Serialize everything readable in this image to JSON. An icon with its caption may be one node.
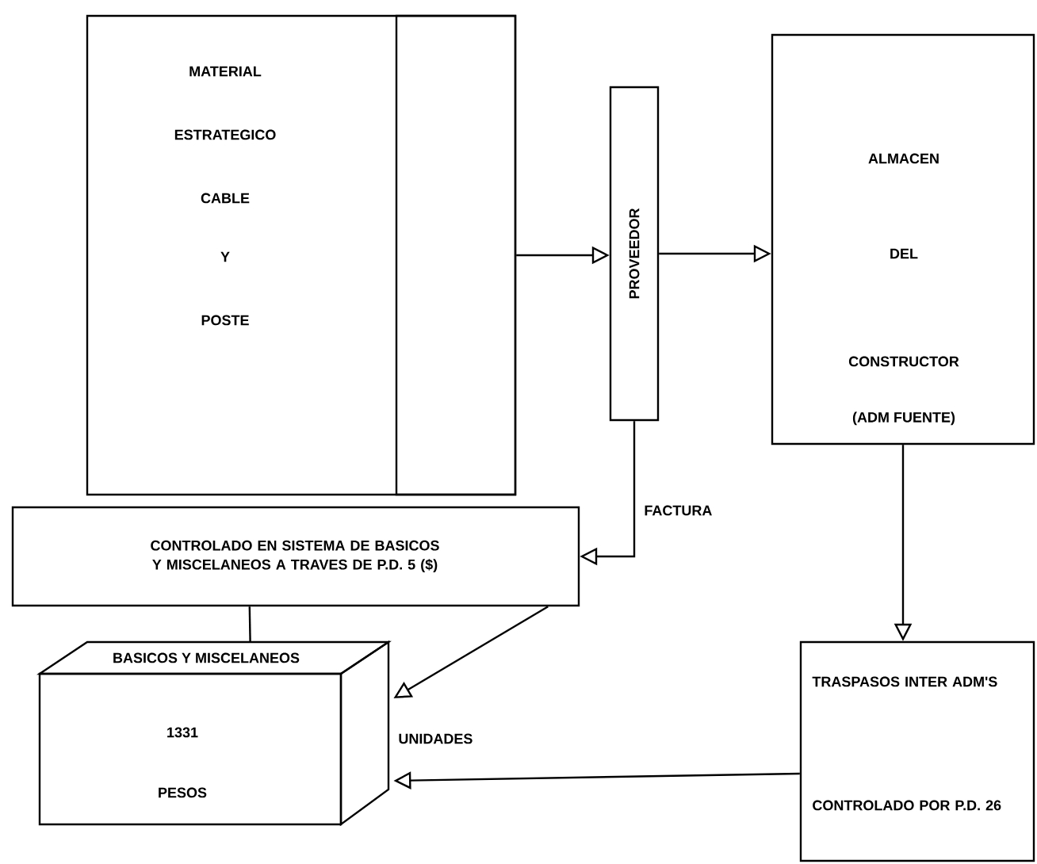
{
  "diagram": {
    "nodes": [
      {
        "text": [
          "MATERIAL",
          "ESTRATEGICO",
          "CABLE",
          "Y",
          "POSTE"
        ]
      },
      {
        "text": [],
        "shape": "box",
        "in": 0
      },
      {
        "text": [
          "PROVEEDOR"
        ]
      },
      {
        "text": [
          "ALMACEN",
          "DEL",
          "CONSTRUCTOR",
          "(ADM FUENTE)"
        ]
      },
      {
        "text": [
          "CONTROLADO EN SISTEMA DE BASICOS Y MISCELANEOS A TRAVES DE P.D. 5 ($)"
        ]
      },
      {
        "text": [
          "BASICOS Y MISCELANEOS",
          "1331",
          "PESOS",
          "UNIDADES"
        ]
      },
      {
        "text": [
          "TRASPASOS INTER ADM'S",
          "CONTROLADO POR P.D. 26"
        ]
      }
    ],
    "edges": [
      {
        "from": 1,
        "to": 2,
        "arrow": "to"
      },
      {
        "from": 2,
        "to": 3,
        "arrow": "to"
      },
      {
        "from": 2,
        "to": 4,
        "arrow": "to",
        "label": "FACTURA"
      },
      {
        "from": 3,
        "to": 6,
        "arrow": "to"
      },
      {
        "from": 4,
        "to": 5,
        "arrow": "none"
      },
      {
        "from": 4,
        "to": 5,
        "arrow": "to"
      },
      {
        "from": 6,
        "to": 5,
        "arrow": "to"
      }
    ]
  }
}
